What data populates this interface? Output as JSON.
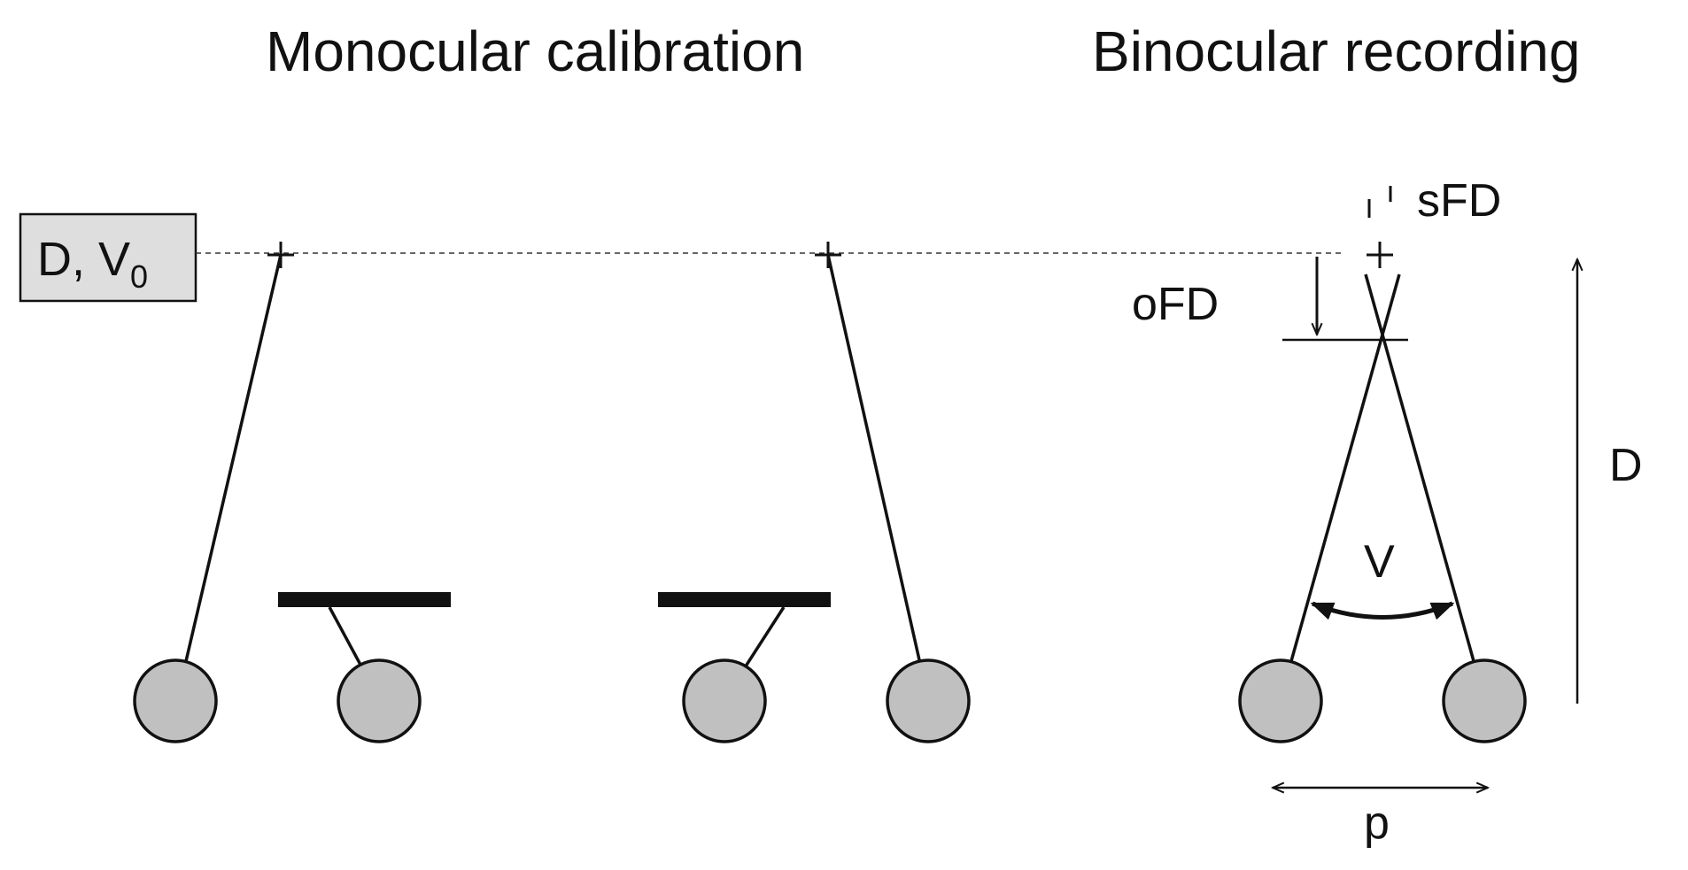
{
  "titles": {
    "left": "Monocular calibration",
    "right": "Binocular recording"
  },
  "reference_box": {
    "text": "D, V",
    "subscript": "0"
  },
  "labels": {
    "sfd": "sFD",
    "ofd": "oFD",
    "distance": "D",
    "vergence": "V",
    "pupil_distance": "p"
  },
  "colors": {
    "eye_fill": "#c0c0c0",
    "box_fill": "#dedede",
    "stroke": "#111111"
  }
}
